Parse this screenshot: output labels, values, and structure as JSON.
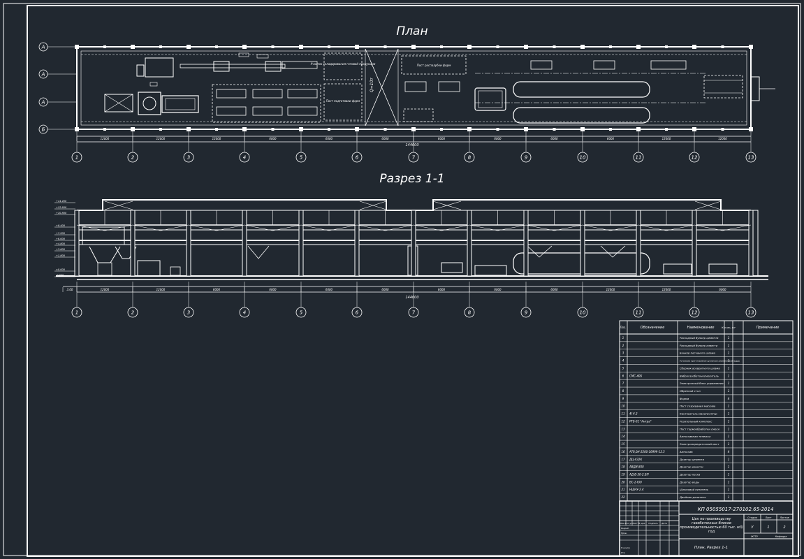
{
  "titles": {
    "plan": "План",
    "section": "Разрез 1-1"
  },
  "grid": {
    "axes_numbers": [
      "1",
      "2",
      "3",
      "4",
      "5",
      "6",
      "7",
      "8",
      "9",
      "10",
      "11",
      "12",
      "13"
    ],
    "axes_letters": [
      "А",
      "А",
      "А",
      "Б"
    ],
    "spans_plan": [
      "12000",
      "12000",
      "12000",
      "6000",
      "6000",
      "6000",
      "6000",
      "6000",
      "6000",
      "6000",
      "12000",
      "12000",
      "12000"
    ],
    "spans_section": [
      "3.00",
      "12000",
      "12000",
      "6000",
      "6000",
      "6000",
      "6000",
      "6000",
      "6000",
      "6000",
      "12000",
      "12000",
      "6000"
    ],
    "total_plan": "144000",
    "total_section": "144000"
  },
  "plan_labels": {
    "zone_1": "Участок складирования готовой продукции",
    "zone_2": "Пост подготовки форм",
    "zone_3": "Пост распалубки форм",
    "crane": "Q=10т"
  },
  "section_levels": [
    "+14.400",
    "+12.600",
    "+10.800",
    "+8.400",
    "+7.200",
    "+6.000",
    "+4.800",
    "+3.600",
    "+1.800",
    "±0.000",
    "-0.600"
  ],
  "spec": {
    "headers": [
      "Поз.",
      "Обозначение",
      "Наименование",
      "Кол-во, шт",
      "Примечание"
    ],
    "rows": [
      [
        "1",
        "",
        "Расходный бункер цемента",
        "1",
        ""
      ],
      [
        "2",
        "",
        "Расходный бункер извести",
        "1",
        ""
      ],
      [
        "3",
        "",
        "Бункер песчаного шлама",
        "1",
        ""
      ],
      [
        "4",
        "",
        "Установка приготовления суспензии алюминиевой пудры",
        "1",
        ""
      ],
      [
        "5",
        "",
        "Сборник возвратного шлама",
        "1",
        ""
      ],
      [
        "6",
        "СМС-40Б",
        "Виброгазобетоносмеситель",
        "1",
        ""
      ],
      [
        "7",
        "",
        "Электронный блок управления",
        "1",
        ""
      ],
      [
        "8",
        "",
        "Обрезной стол",
        "1",
        ""
      ],
      [
        "9",
        "",
        "Форма",
        "4",
        ""
      ],
      [
        "10",
        "",
        "Пост созревания массива",
        "1",
        ""
      ],
      [
        "11",
        "4/ 4.2",
        "Кантователь-манипулятор",
        "1",
        ""
      ],
      [
        "12",
        "РТБ-01 \"Ангра\"",
        "Резательный комплекс",
        "1",
        ""
      ],
      [
        "13",
        "",
        "Пост термообработки смеси",
        "1",
        ""
      ],
      [
        "14",
        "",
        "Автоклавная тележка",
        "1",
        ""
      ],
      [
        "15",
        "",
        "Электропередаточный мост",
        "1",
        ""
      ],
      [
        "16",
        "АТ8,0Н-2200-16999-12.5",
        "Автоклав",
        "4",
        ""
      ],
      [
        "17",
        "ДЦ-4З2К",
        "Дозатор цемента",
        "1",
        ""
      ],
      [
        "18",
        "АВДИ-800",
        "Дозатор извести",
        "1",
        ""
      ],
      [
        "19",
        "АД-В-30-2.БП",
        "Дозатор песка",
        "1",
        ""
      ],
      [
        "20",
        "ВС-2-Ю0",
        "Дозатор воды",
        "1",
        ""
      ],
      [
        "21",
        "НШНУ-2.4",
        "Шлюзовой питатель",
        "1",
        ""
      ],
      [
        "22",
        "",
        "Двойник-делитель",
        "1",
        ""
      ]
    ]
  },
  "stamp": {
    "code": "КП 05055017-270102.65-2014",
    "description": "Цех по производству газобетонных блоков производительностью 60 тыс. м3/год",
    "sheet_name": "План, Разрез 1-1",
    "col_labels": [
      "Изм.",
      "Кол.уч",
      "Лист",
      "№ док.",
      "Подпись",
      "Дата"
    ],
    "row_labels": [
      "Разраб.",
      "Пров.",
      "Н.контр.",
      "Утв."
    ],
    "stage_label": "Стадия",
    "sheet_label": "Лист",
    "sheets_label": "Листов",
    "stage_value": "У",
    "sheet_value": "1",
    "sheets_value": "2",
    "bottom_left": "ЖГТУ",
    "bottom_right": "Кафедра"
  }
}
